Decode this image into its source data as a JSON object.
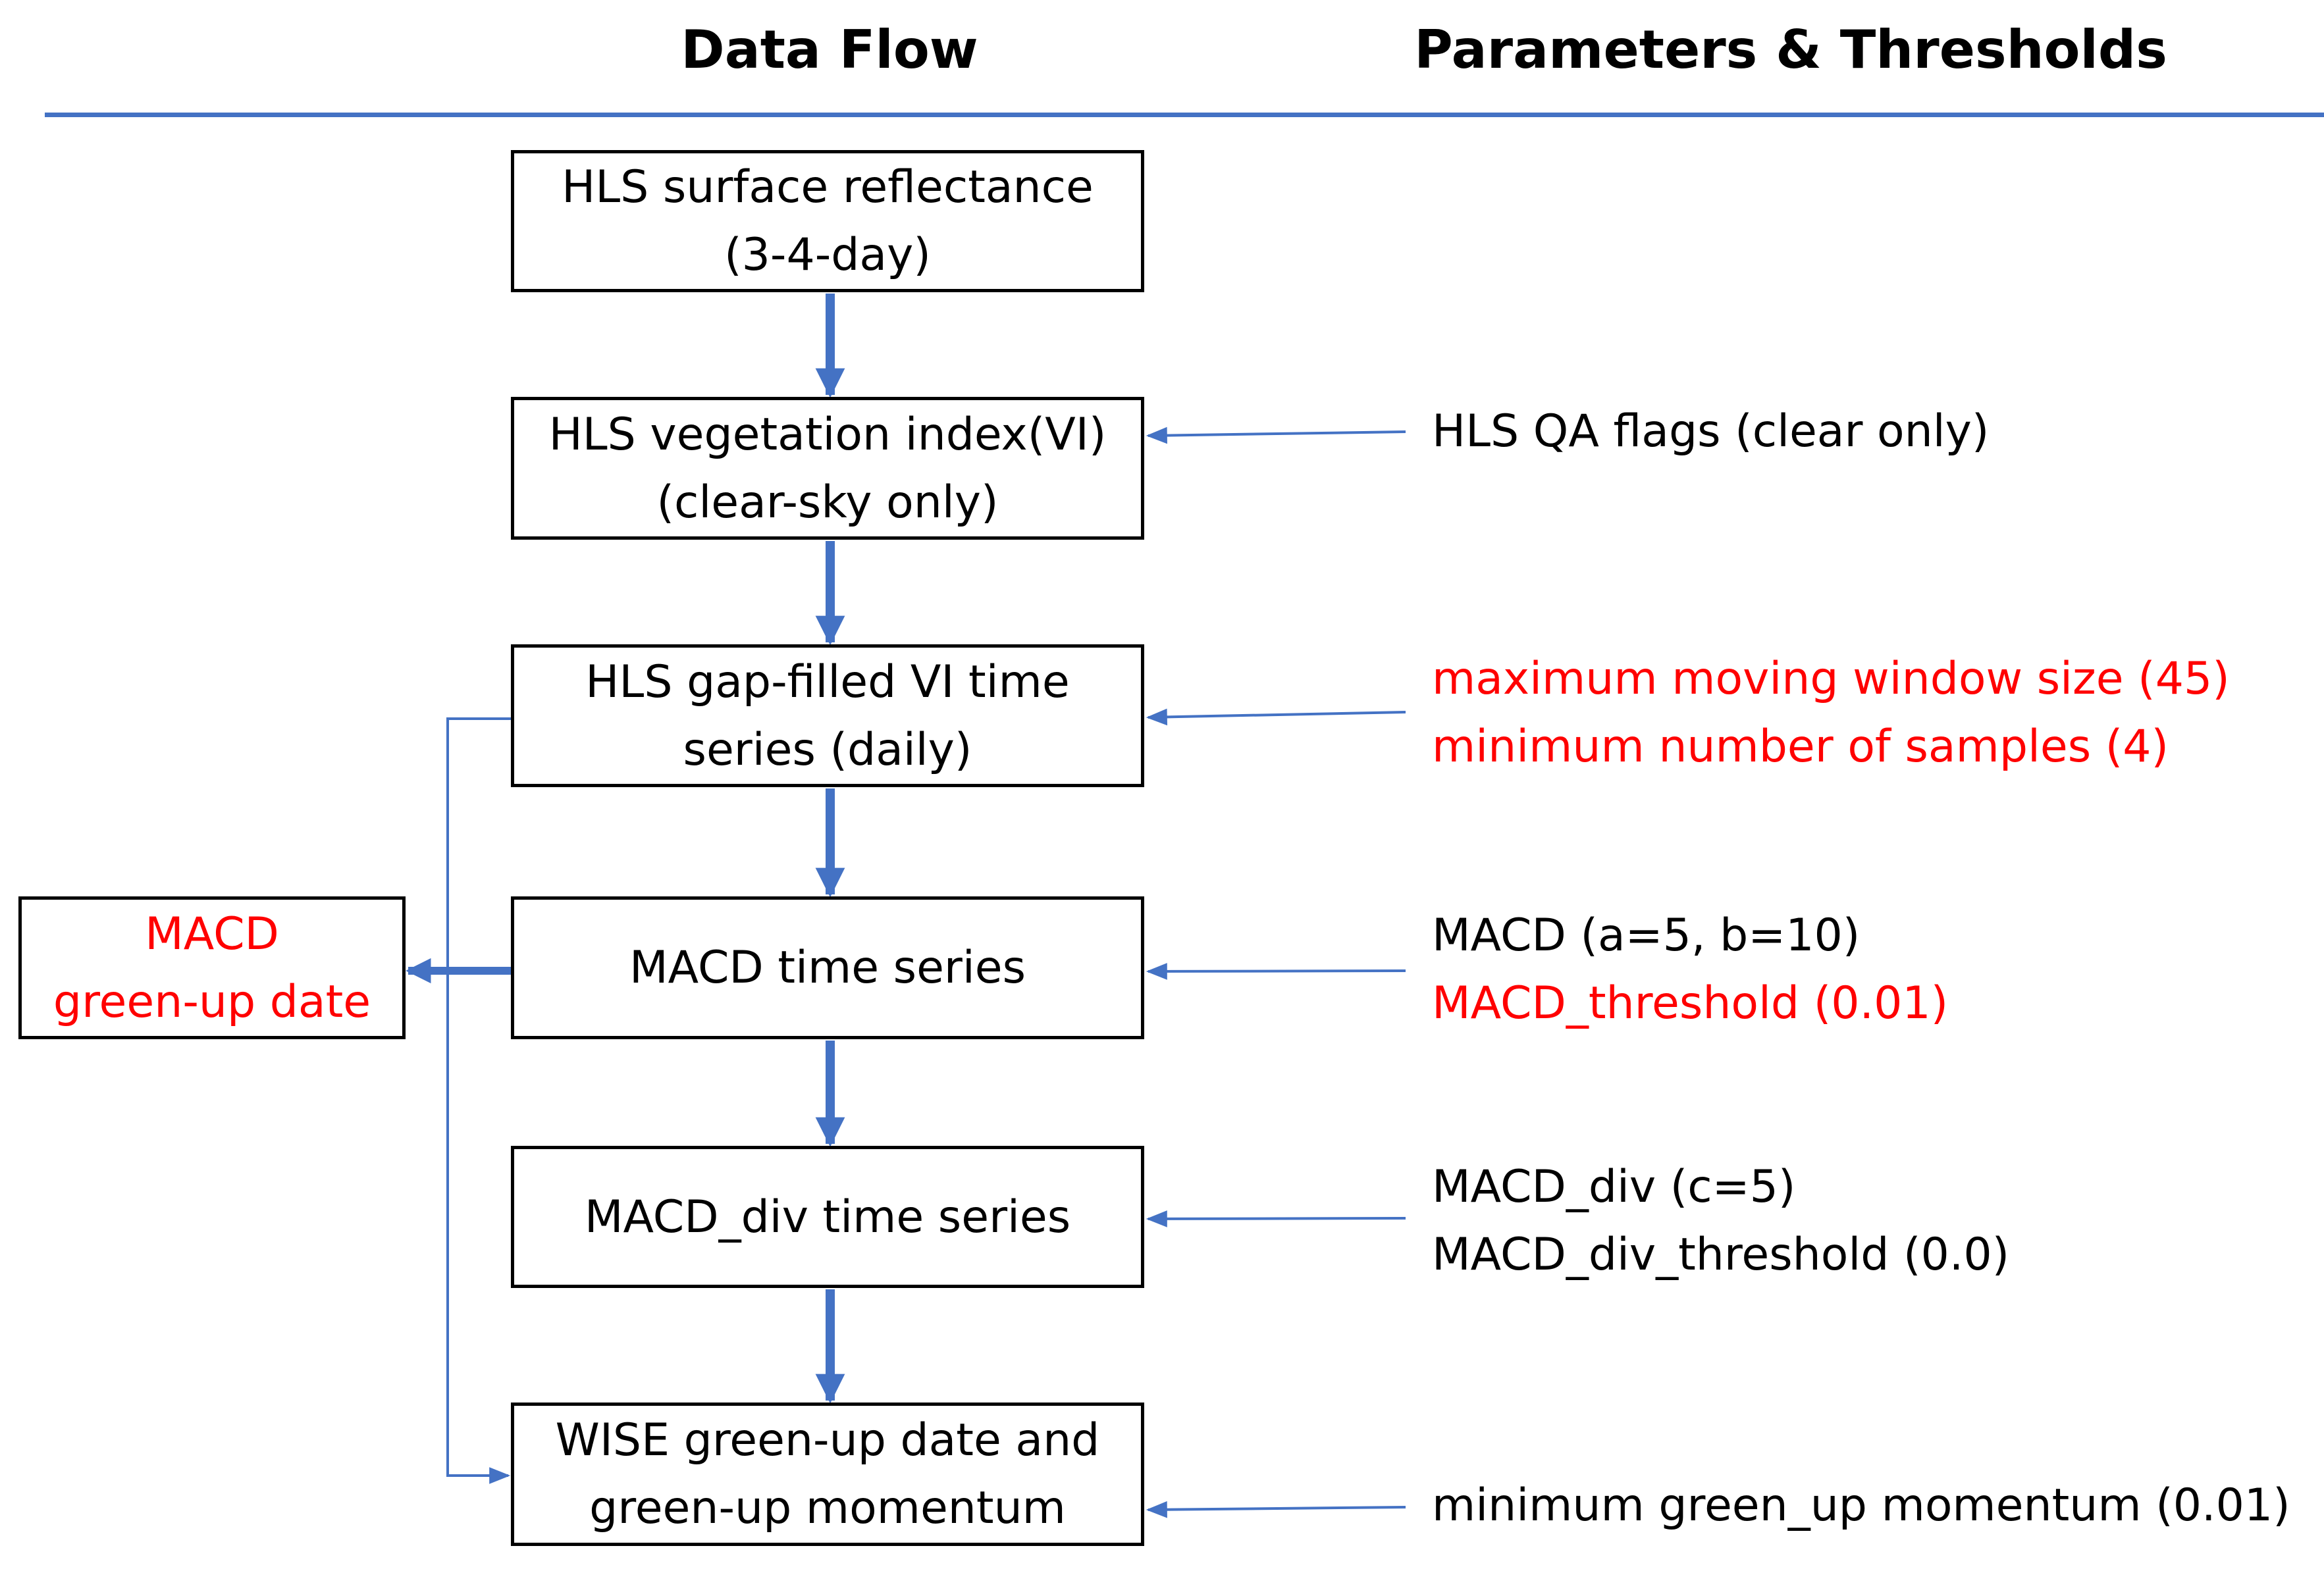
{
  "headers": {
    "data_flow": "Data Flow",
    "parameters": "Parameters & Thresholds"
  },
  "flow_boxes": [
    {
      "line1": "HLS surface reflectance",
      "line2": "(3-4-day)"
    },
    {
      "line1": "HLS vegetation index(VI)",
      "line2": "(clear-sky only)"
    },
    {
      "line1": "HLS gap-filled VI time",
      "line2": "series (daily)"
    },
    {
      "line1": "MACD time series",
      "line2": ""
    },
    {
      "line1": "MACD_div time series",
      "line2": ""
    },
    {
      "line1": "WISE green-up date and",
      "line2": "green-up momentum"
    }
  ],
  "macd_output": {
    "line1": "MACD",
    "line2": "green-up date"
  },
  "parameters": [
    {
      "box": 1,
      "lines": [
        {
          "text": "HLS QA flags (clear only)",
          "color": "#000000"
        }
      ]
    },
    {
      "box": 2,
      "lines": [
        {
          "text": "maximum moving window size (45)",
          "color": "#FF0000"
        },
        {
          "text": "minimum number of samples (4)",
          "color": "#FF0000"
        }
      ]
    },
    {
      "box": 3,
      "lines": [
        {
          "text": "MACD (a=5, b=10)",
          "color": "#000000"
        },
        {
          "text": "MACD_threshold (0.01)",
          "color": "#FF0000"
        }
      ]
    },
    {
      "box": 4,
      "lines": [
        {
          "text": "MACD_div (c=5)",
          "color": "#000000"
        },
        {
          "text": "MACD_div_threshold (0.0)",
          "color": "#000000"
        }
      ]
    },
    {
      "box": 5,
      "lines": [
        {
          "text": "minimum green_up momentum (0.01)",
          "color": "#000000"
        }
      ]
    }
  ],
  "colors": {
    "accent": "#4472C4",
    "highlight": "#FF0000",
    "text": "#000000"
  }
}
